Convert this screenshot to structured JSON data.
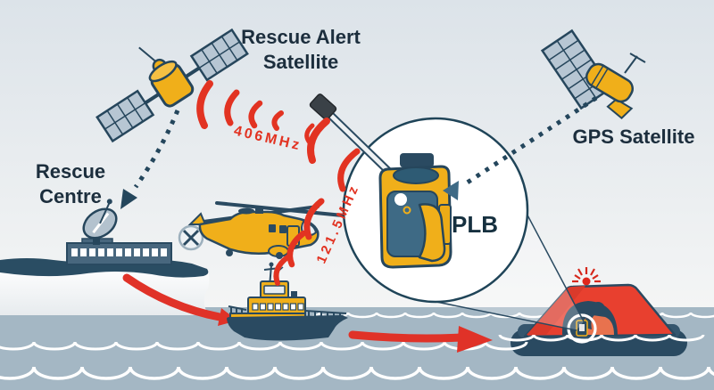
{
  "labels": {
    "rescue_alert_line1": "Rescue Alert",
    "rescue_alert_line2": "Satellite",
    "gps_satellite": "GPS Satellite",
    "rescue_centre_line1": "Rescue",
    "rescue_centre_line2": "Centre",
    "plb": "PLB",
    "freq_distress": "406MHz",
    "freq_homing": "121.5MHz"
  },
  "colors": {
    "signal_red": "#e23322",
    "arrow_red": "#e03228",
    "navy_outline": "#2a4a61",
    "dark_navy": "#26465c",
    "equipment_yellow": "#f0af1a",
    "solar_panel_blue": "#b7c6d3",
    "steel_blue": "#3e6a85",
    "sea": "#a4b7c4",
    "sky_top": "#dce3e9",
    "sky_bottom": "#f4f5f5",
    "raft_red": "#e8402f",
    "vest_orange": "#e8724e",
    "label_text": "#1c2e3d",
    "wave_white": "#ffffff"
  },
  "icons": {
    "rescue_alert_satellite_icon": "satellite with twin solar panels",
    "gps_satellite_icon": "cylindrical satellite with solar panel",
    "satellite_dish_icon": "ground station dish",
    "rescue_helicopter_icon": "search and rescue helicopter",
    "lifeboat_icon": "rescue lifeboat",
    "life_raft_icon": "covered life raft with survivor",
    "plb_device_icon": "personal locator beacon with antenna",
    "beacon_light_icon": "flashing red light",
    "signal_arc_icon": "red radio wave arc",
    "dotted_link_icon": "dashed data link with arrowhead"
  }
}
